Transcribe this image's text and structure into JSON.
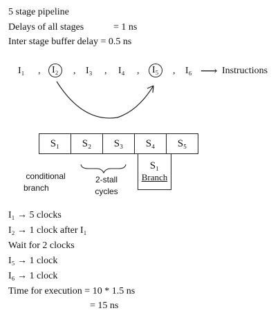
{
  "header": {
    "line1": "5 stage pipeline",
    "line2_label": "Delays of all stages",
    "line2_value": "= 1 ns",
    "line3": "Inter stage buffer delay = 0.5 ns"
  },
  "sequence": {
    "items": [
      "I₁",
      "I₂",
      "I₃",
      "I₄",
      "I₅",
      "I₆"
    ],
    "separator": ",",
    "arrow": "⟶",
    "label": "Instructions"
  },
  "stages": {
    "row1": [
      "S₁",
      "S₂",
      "S₃",
      "S₄",
      "S₅"
    ],
    "row2_cell": "S₁",
    "row2_label": "Branch"
  },
  "notes": {
    "conditional_1": "conditional",
    "conditional_2": "branch",
    "stall_1": "2-stall",
    "stall_2": "cycles"
  },
  "timing": {
    "l1": "I₁ → 5 clocks",
    "l2": "I₂ → 1 clock after I₁",
    "l3": "Wait for 2 clocks",
    "l4": "I₅ → 1 clock",
    "l5": "I₆ → 1 clock",
    "l6": "Time for execution =  10  * 1.5 ns",
    "l7": "= 15 ns"
  }
}
